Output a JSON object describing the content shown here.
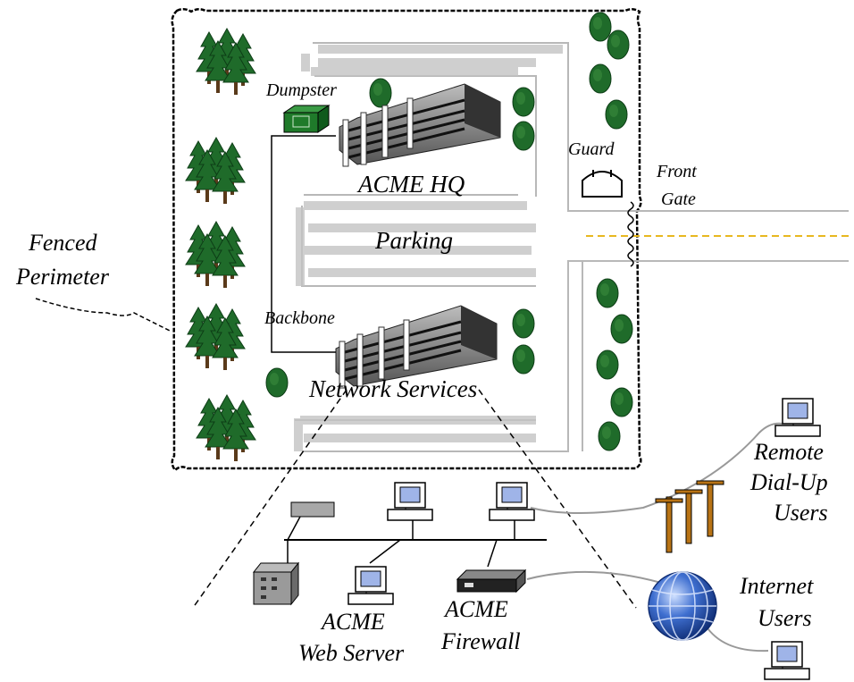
{
  "labels": {
    "dumpster": "Dumpster",
    "acme_hq": "ACME HQ",
    "guard": "Guard",
    "front_gate_1": "Front",
    "front_gate_2": "Gate",
    "parking": "Parking",
    "fenced_1": "Fenced",
    "fenced_2": "Perimeter",
    "backbone": "Backbone",
    "network_services": "Network Services",
    "remote_1": "Remote",
    "remote_2": "Dial-Up",
    "remote_3": "Users",
    "internet_1": "Internet",
    "internet_2": "Users",
    "web_server_1": "ACME",
    "web_server_2": "Web Server",
    "firewall_1": "ACME",
    "firewall_2": "Firewall"
  },
  "colors": {
    "tree": "#1f6b2a",
    "tree_dark": "#0d3d16",
    "trunk": "#5a3a1a",
    "dumpster": "#1f7a2a",
    "road_yellow": "#e8b820",
    "road_gray": "#b8b8b8",
    "pole": "#b87315",
    "screen": "#9fb4e8",
    "globe": "#1a4aa8"
  }
}
